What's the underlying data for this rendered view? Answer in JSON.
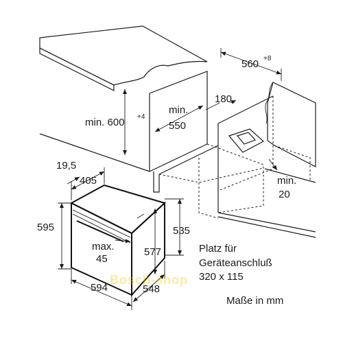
{
  "colors": {
    "countertop": "#cfcfcf",
    "line": "#1a1a1a",
    "hatch_fill": "#555555",
    "watermark": "#f2c200"
  },
  "labels": {
    "dim_560": "560",
    "dim_560_sup": "+8",
    "dim_min600": "min. 600",
    "dim_min600_sup": "+4",
    "dim_min550_a": "min.",
    "dim_min550_b": "550",
    "dim_180": "180",
    "dim_19_5": "19,5",
    "dim_405": "405",
    "dim_min20_a": "min.",
    "dim_min20_b": "20",
    "dim_595": "595",
    "dim_535": "535",
    "dim_577": "577",
    "dim_max45_a": "max.",
    "dim_max45_b": "45",
    "dim_594": "594",
    "dim_548": "548",
    "note_line1": "Platz für",
    "note_line2": "Geräteanschluß",
    "note_line3": "320 x 115",
    "units": "Maße in mm",
    "watermark": "Bosch-shop"
  }
}
